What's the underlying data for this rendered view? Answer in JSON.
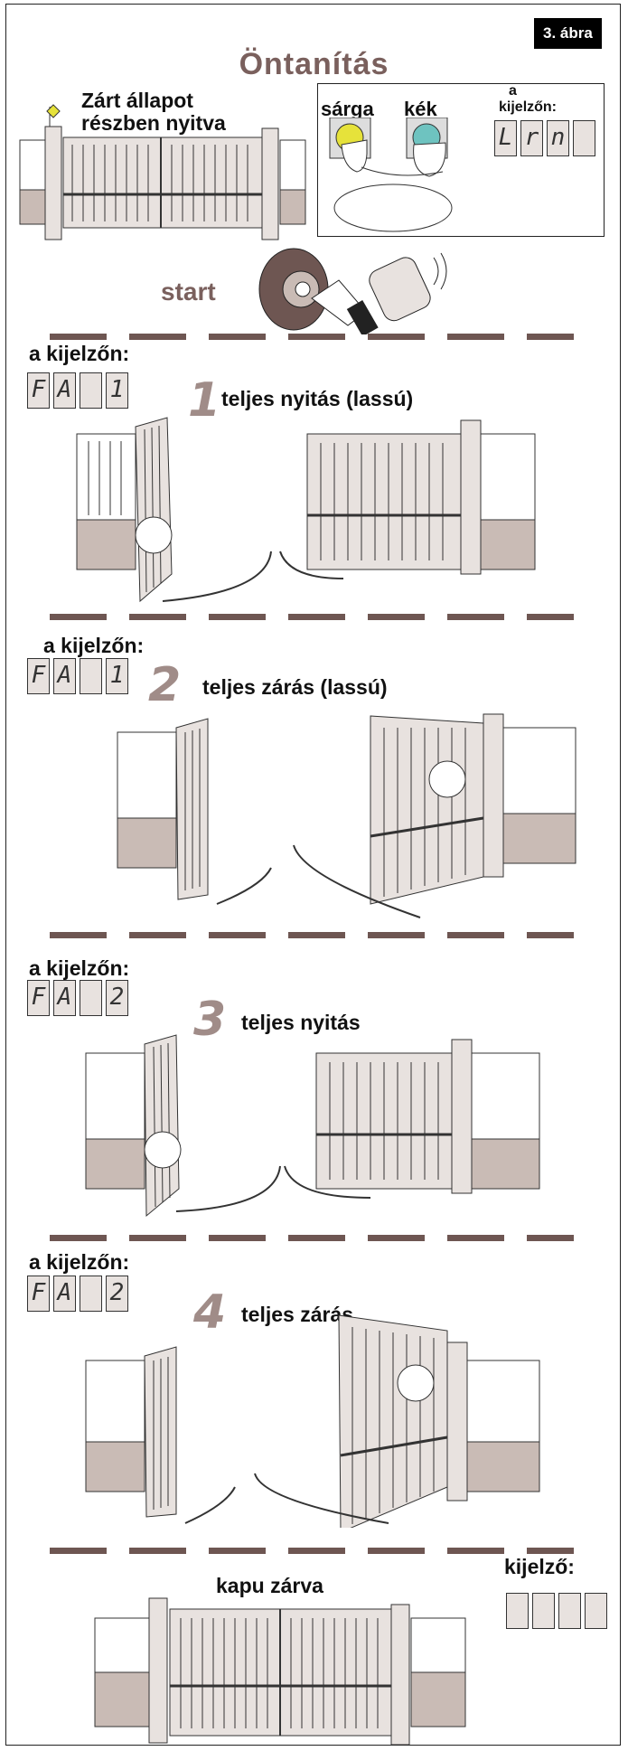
{
  "figure_label": "3. ábra",
  "title": "Öntanítás",
  "intro": {
    "state_line1": "Zárt állapot",
    "state_line2": "részben nyitva"
  },
  "buttons": {
    "yellow": "sárga",
    "blue": "kék",
    "display_a": "a",
    "display_label": "kijelzőn:",
    "display_chars": [
      "L",
      "r",
      "n",
      ""
    ]
  },
  "start_label": "start",
  "steps": [
    {
      "number": "1",
      "display_label": "a kijelzőn:",
      "display_chars": [
        "F",
        "A",
        "",
        "1"
      ],
      "text": "teljes nyitás (lassú)"
    },
    {
      "number": "2",
      "display_label": "a kijelzőn:",
      "display_chars": [
        "F",
        "A",
        "",
        "1"
      ],
      "text": "teljes zárás (lassú)"
    },
    {
      "number": "3",
      "display_label": "a kijelzőn:",
      "display_chars": [
        "F",
        "A",
        "",
        "2"
      ],
      "text": "teljes nyitás"
    },
    {
      "number": "4",
      "display_label": "a kijelzőn:",
      "display_chars": [
        "F",
        "A",
        "",
        "2"
      ],
      "text": "teljes zárás"
    }
  ],
  "final": {
    "label": "kapu zárva",
    "display_label": "kijelző:",
    "display_chars": [
      "",
      "",
      "",
      ""
    ]
  },
  "colors": {
    "accent": "#7a605d",
    "fence": "#e8e2df",
    "stone": "#c9bbb5",
    "dash": "#6e5652",
    "yellow_button": "#e6e23a",
    "blue_button": "#6ec3c0"
  }
}
